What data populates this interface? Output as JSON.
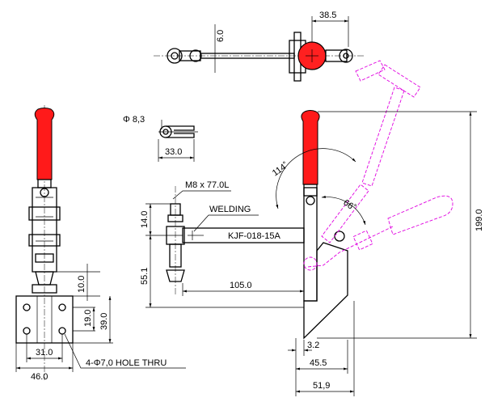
{
  "drawing": {
    "part_number": "KJF-018-15A",
    "thread_spec": "M8 x 77.0L",
    "welding_note": "WELDING",
    "hole_note": "4-Φ7,0 HOLE THRU",
    "diameter_label": "Φ 8,3",
    "dimensions": {
      "d_38_5": "38.5",
      "d_6_0": "6.0",
      "d_33_0": "33.0",
      "d_14_0": "14.0",
      "d_55_1": "55.1",
      "d_105_0": "105.0",
      "d_10_0": "10.0",
      "d_19_0": "19.0",
      "d_39_0": "39.0",
      "d_31_0": "31.0",
      "d_46_0": "46.0",
      "d_3_2": "3.2",
      "d_45_5": "45.5",
      "d_51_9": "51,9",
      "d_199_0": "199.0"
    },
    "angles": {
      "a_114": "114˚",
      "a_66": "66˚"
    }
  }
}
